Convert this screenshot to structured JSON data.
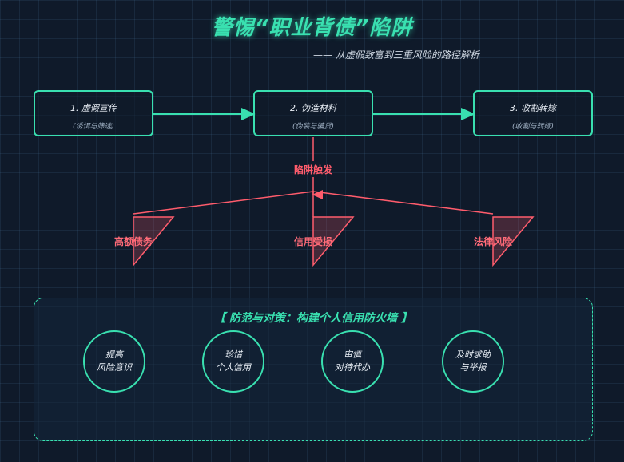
{
  "header": {
    "title": "警惕“职业背债”陷阱",
    "subtitle": "—— 从虚假致富到三重风险的路径解析"
  },
  "steps": [
    {
      "name": "1. 虚假宣传",
      "sub": "(诱饵与筛选)"
    },
    {
      "name": "2. 伪造材料",
      "sub": "(伪装与骗贷)"
    },
    {
      "name": "3. 收割转嫁",
      "sub": "(收割与转嫁)"
    }
  ],
  "trigger": "陷阱触发",
  "risks": [
    "高额债务",
    "信用受损",
    "法律风险"
  ],
  "defense": {
    "title": "【 防范与对策：构建个人信用防火墙 】",
    "items": [
      {
        "line1": "提高",
        "line2": "风险意识"
      },
      {
        "line1": "珍惜",
        "line2": "个人信用"
      },
      {
        "line1": "审慎",
        "line2": "对待代办"
      },
      {
        "line1": "及时求助",
        "line2": "与举报"
      }
    ]
  },
  "colors": {
    "accent": "#39e0b0",
    "danger": "#ff5c6c",
    "background": "#0f1a2a"
  }
}
